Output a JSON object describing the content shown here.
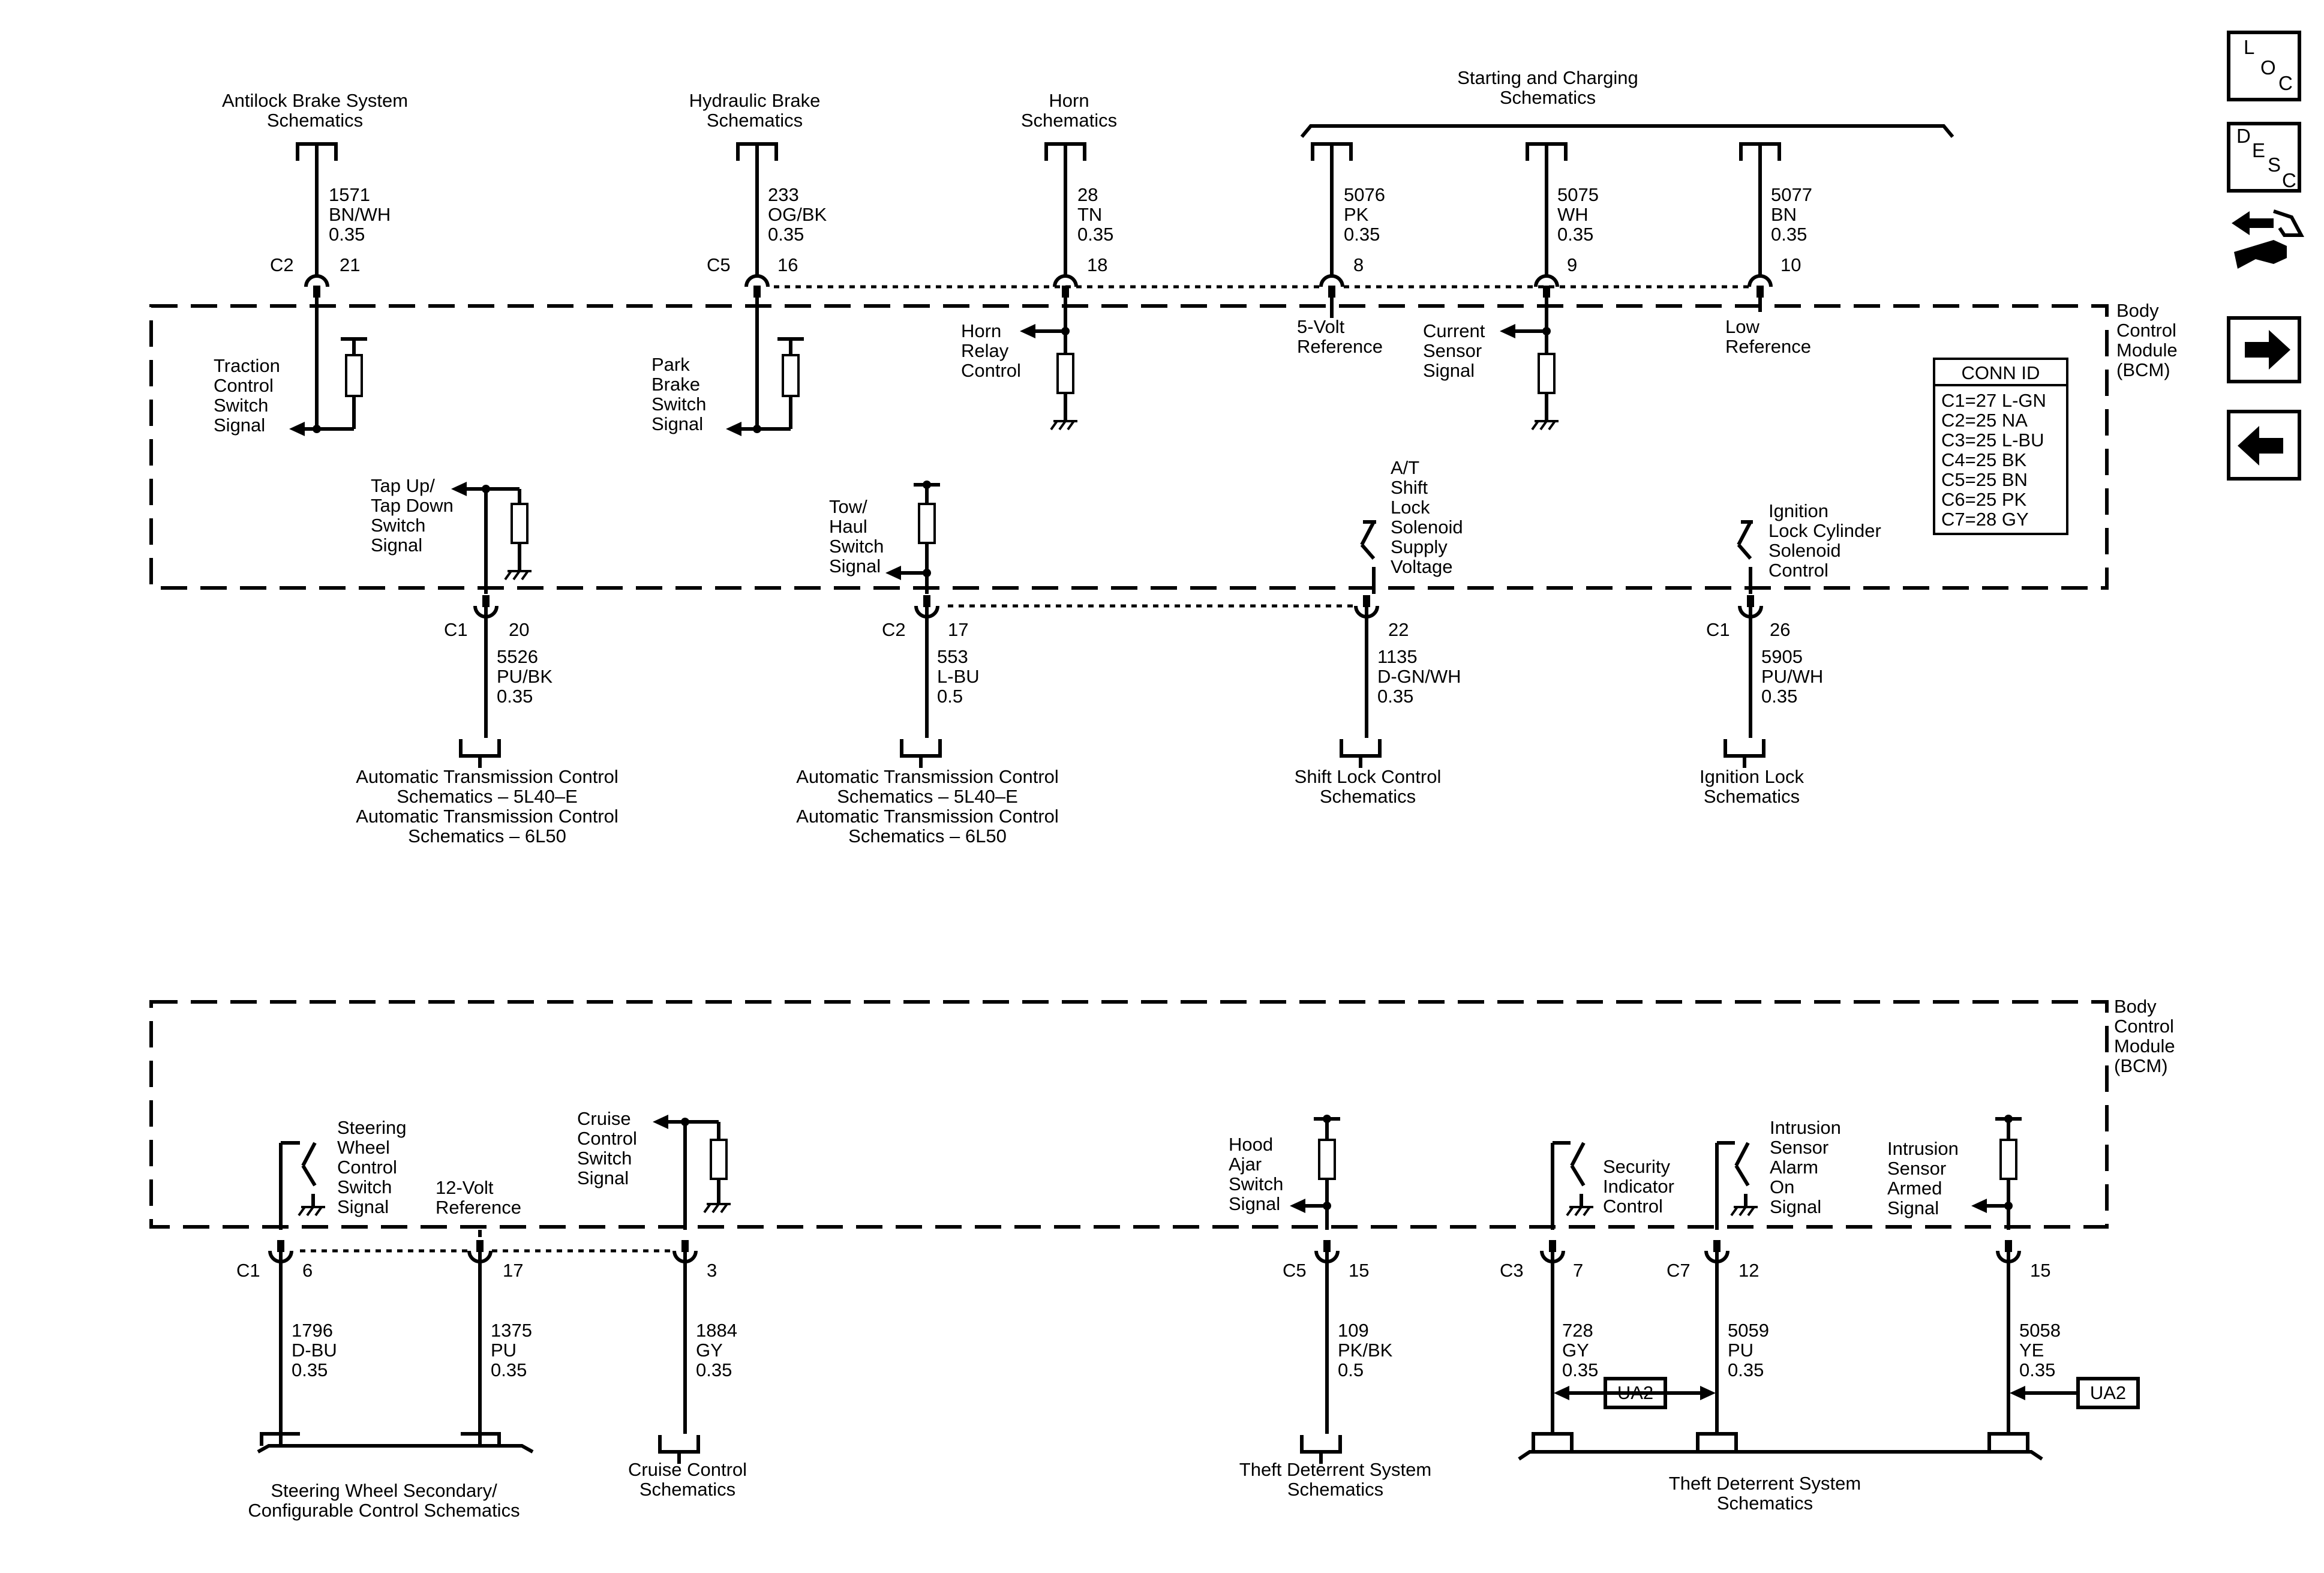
{
  "nav": {
    "loc_letters": [
      "L",
      "O",
      "C"
    ],
    "desc_letters": [
      "D",
      "E",
      "S",
      "C"
    ],
    "conn_id_title": "CONN ID",
    "conn_ids": [
      "C1=27 L-GN",
      "C2=25 NA",
      "C3=25 L-BU",
      "C4=25 BK",
      "C5=25 BN",
      "C6=25 PK",
      "C7=28 GY"
    ]
  },
  "modules": {
    "bcm_top": [
      "Body",
      "Control",
      "Module",
      "(BCM)"
    ],
    "bcm_bottom": [
      "Body",
      "Control",
      "Module",
      "(BCM)"
    ]
  },
  "top": {
    "abs": {
      "title": [
        "Antilock Brake System",
        "Schematics"
      ],
      "wire": [
        "1571",
        "BN/WH",
        "0.35"
      ],
      "conn": "C2",
      "pin": "21",
      "signal": [
        "Traction",
        "Control",
        "Switch",
        "Signal"
      ]
    },
    "hyd": {
      "title": [
        "Hydraulic Brake",
        "Schematics"
      ],
      "wire": [
        "233",
        "OG/BK",
        "0.35"
      ],
      "conn": "C5",
      "pin": "16",
      "signal": [
        "Park",
        "Brake",
        "Switch",
        "Signal"
      ]
    },
    "horn": {
      "title": [
        "Horn",
        "Schematics"
      ],
      "wire": [
        "28",
        "TN",
        "0.35"
      ],
      "pin": "18",
      "signal": [
        "Horn",
        "Relay",
        "Control"
      ]
    },
    "charging_title": [
      "Starting and Charging",
      "Schematics"
    ],
    "ref5v": {
      "wire": [
        "5076",
        "PK",
        "0.35"
      ],
      "pin": "8",
      "signal": [
        "5-Volt",
        "Reference"
      ]
    },
    "current": {
      "wire": [
        "5075",
        "WH",
        "0.35"
      ],
      "pin": "9",
      "signal": [
        "Current",
        "Sensor",
        "Signal"
      ]
    },
    "lowref": {
      "wire": [
        "5077",
        "BN",
        "0.35"
      ],
      "pin": "10",
      "signal": [
        "Low",
        "Reference"
      ]
    },
    "tap": {
      "signal": [
        "Tap Up/",
        "Tap Down",
        "Switch",
        "Signal"
      ],
      "conn": "C1",
      "pin": "20",
      "wire": [
        "5526",
        "PU/BK",
        "0.35"
      ],
      "title": [
        "Automatic Transmission Control",
        "Schematics – 5L40–E",
        "Automatic Transmission Control",
        "Schematics – 6L50"
      ]
    },
    "tow": {
      "signal": [
        "Tow/",
        "Haul",
        "Switch",
        "Signal"
      ],
      "conn": "C2",
      "pin": "17",
      "wire": [
        "553",
        "L-BU",
        "0.5"
      ],
      "title": [
        "Automatic Transmission Control",
        "Schematics – 5L40–E",
        "Automatic Transmission Control",
        "Schematics – 6L50"
      ]
    },
    "shift": {
      "signal": [
        "A/T",
        "Shift",
        "Lock",
        "Solenoid",
        "Supply",
        "Voltage"
      ],
      "pin": "22",
      "wire": [
        "1135",
        "D-GN/WH",
        "0.35"
      ],
      "title": [
        "Shift Lock Control",
        "Schematics"
      ]
    },
    "ign": {
      "signal": [
        "Ignition",
        "Lock Cylinder",
        "Solenoid",
        "Control"
      ],
      "conn": "C1",
      "pin": "26",
      "wire": [
        "5905",
        "PU/WH",
        "0.35"
      ],
      "title": [
        "Ignition Lock",
        "Schematics"
      ]
    }
  },
  "bottom": {
    "steer": {
      "signal": [
        "Steering",
        "Wheel",
        "Control",
        "Switch",
        "Signal"
      ],
      "conn": "C1",
      "pin": "6",
      "wire": [
        "1796",
        "D-BU",
        "0.35"
      ]
    },
    "ref12": {
      "signal": [
        "12-Volt",
        "Reference"
      ],
      "pin": "17",
      "wire": [
        "1375",
        "PU",
        "0.35"
      ]
    },
    "steer_title": [
      "Steering Wheel Secondary/",
      "Configurable Control Schematics"
    ],
    "cruise": {
      "signal": [
        "Cruise",
        "Control",
        "Switch",
        "Signal"
      ],
      "pin": "3",
      "wire": [
        "1884",
        "GY",
        "0.35"
      ],
      "title": [
        "Cruise Control",
        "Schematics"
      ]
    },
    "hood": {
      "signal": [
        "Hood",
        "Ajar",
        "Switch",
        "Signal"
      ],
      "conn": "C5",
      "pin": "15",
      "wire": [
        "109",
        "PK/BK",
        "0.5"
      ],
      "title": [
        "Theft Deterrent System",
        "Schematics"
      ]
    },
    "secind": {
      "signal": [
        "Security",
        "Indicator",
        "Control"
      ],
      "conn": "C3",
      "pin": "7",
      "wire": [
        "728",
        "GY",
        "0.35"
      ]
    },
    "intr_alarm": {
      "signal": [
        "Intrusion",
        "Sensor",
        "Alarm",
        "On",
        "Signal"
      ],
      "conn": "C7",
      "pin": "12",
      "wire": [
        "5059",
        "PU",
        "0.35"
      ]
    },
    "intr_armed": {
      "signal": [
        "Intrusion",
        "Sensor",
        "Armed",
        "Signal"
      ],
      "pin": "15",
      "wire": [
        "5058",
        "YE",
        "0.35"
      ]
    },
    "ua2": "UA2",
    "theft_title": [
      "Theft Deterrent System",
      "Schematics"
    ]
  }
}
